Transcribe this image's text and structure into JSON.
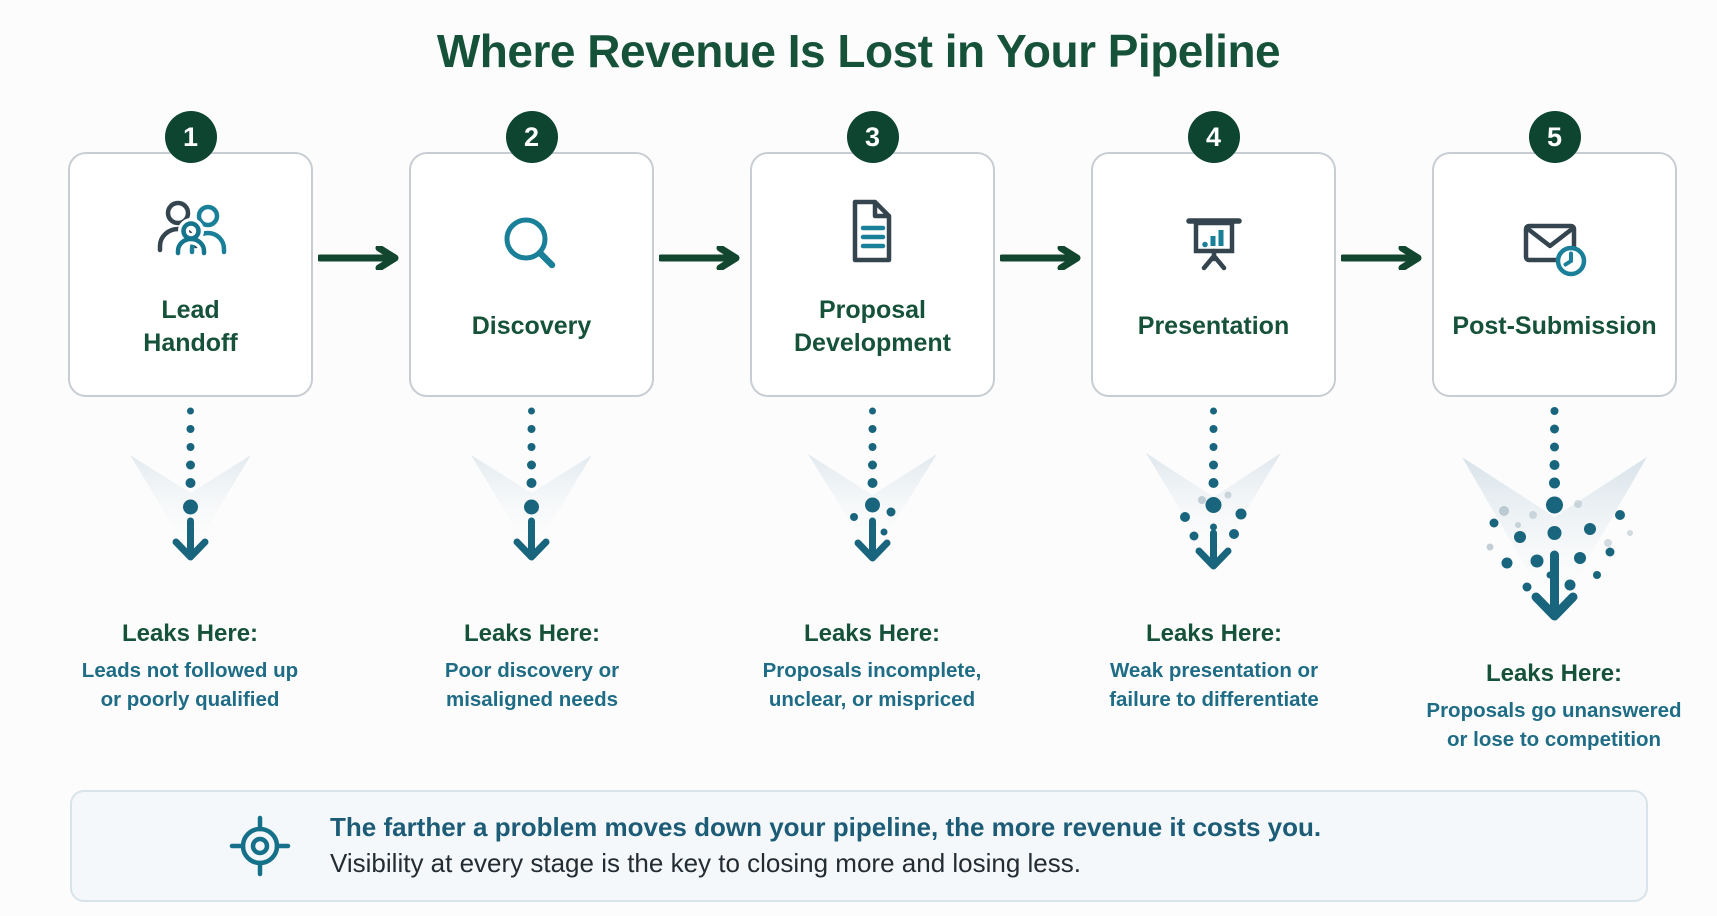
{
  "title": "Where Revenue Is Lost in Your Pipeline",
  "stages": [
    {
      "number": "1",
      "label_lines": [
        "Lead",
        "Handoff"
      ],
      "icon": "people-handoff-icon",
      "leak_title": "Leaks Here:",
      "leak_lines": [
        "Leads not followed up",
        "or poorly qualified"
      ]
    },
    {
      "number": "2",
      "label_lines": [
        "Discovery"
      ],
      "icon": "magnifier-icon",
      "leak_title": "Leaks Here:",
      "leak_lines": [
        "Poor discovery or",
        "misaligned needs"
      ]
    },
    {
      "number": "3",
      "label_lines": [
        "Proposal",
        "Development"
      ],
      "icon": "document-icon",
      "leak_title": "Leaks Here:",
      "leak_lines": [
        "Proposals incomplete,",
        "unclear, or mispriced"
      ]
    },
    {
      "number": "4",
      "label_lines": [
        "Presentation"
      ],
      "icon": "presentation-board-icon",
      "leak_title": "Leaks Here:",
      "leak_lines": [
        "Weak presentation or",
        "failure to differentiate"
      ]
    },
    {
      "number": "5",
      "label_lines": [
        "Post-Submission"
      ],
      "icon": "envelope-clock-icon",
      "leak_title": "Leaks Here:",
      "leak_lines": [
        "Proposals go unanswered",
        "or lose to competition"
      ]
    }
  ],
  "callout": {
    "icon": "target-icon",
    "line1": "The farther a problem moves down your pipeline, the more revenue it costs you.",
    "line2": "Visibility at every stage is the key to closing more and losing less."
  },
  "colors": {
    "title_green": "#16523a",
    "badge_green": "#0d4531",
    "arrow_green": "#12462f",
    "icon_teal": "#1a7f98",
    "icon_slate": "#35454f",
    "leak_teal": "#18657d",
    "desc_teal": "#1e6c85",
    "callout_text": "#1d5c77",
    "card_border": "#c8cdd3",
    "callout_bg": "#f5f8fa"
  }
}
